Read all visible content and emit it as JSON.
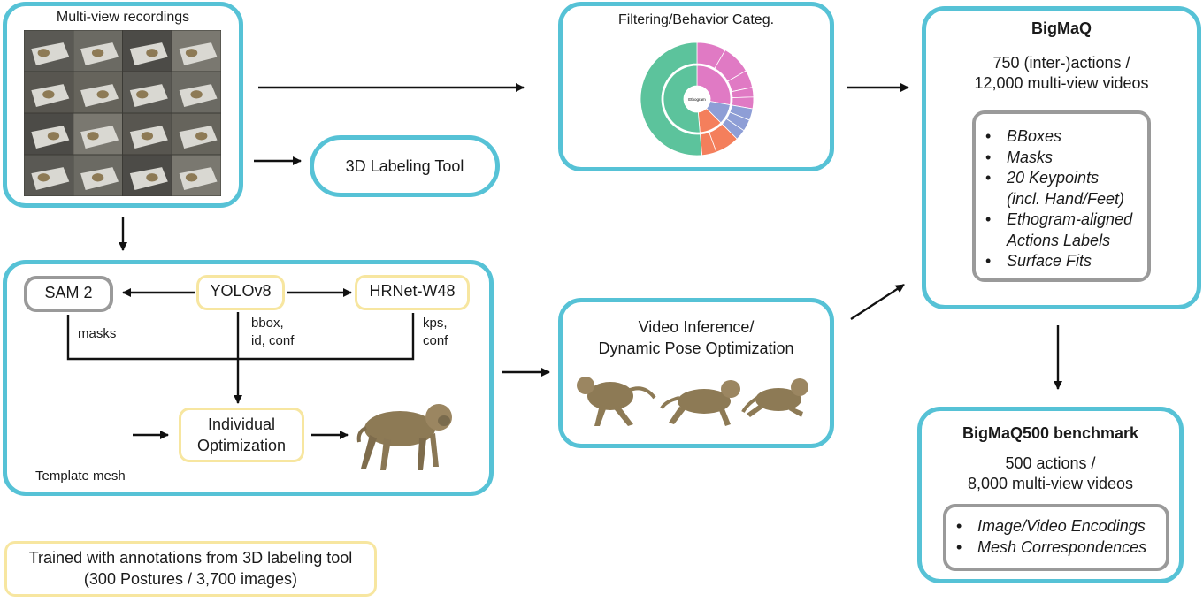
{
  "recordings": {
    "title": "Multi-view recordings"
  },
  "labeling_tool": {
    "label": "3D Labeling Tool"
  },
  "filtering": {
    "title": "Filtering/Behavior Categ.",
    "sunburst_center": "Ethogram"
  },
  "bigmaq": {
    "title": "BigMaQ",
    "line1": "750 (inter-)actions /",
    "line2": "12,000 multi-view videos",
    "items": [
      "BBoxes",
      "Masks",
      "20 Keypoints",
      "(incl. Hand/Feet)",
      "Ethogram-aligned",
      "Actions Labels",
      "Surface Fits"
    ]
  },
  "pipeline": {
    "sam2": "SAM 2",
    "yolo": "YOLOv8",
    "hrnet": "HRNet-W48",
    "masks": "masks",
    "bbox_line1": "bbox,",
    "bbox_line2": "id, conf",
    "kps_line1": "kps,",
    "kps_line2": "conf",
    "opt_line1": "Individual",
    "opt_line2": "Optimization",
    "template": "Template mesh"
  },
  "video_inference": {
    "line1": "Video Inference/",
    "line2": "Dynamic Pose Optimization"
  },
  "benchmark": {
    "title": "BigMaQ500 benchmark",
    "line1": "500 actions /",
    "line2": "8,000 multi-view videos",
    "items": [
      "Image/Video Encodings",
      "Mesh Correspondences"
    ]
  },
  "trained": {
    "line1": "Trained with annotations from 3D labeling tool",
    "line2": "(300 Postures / 3,700 images)"
  },
  "colors": {
    "box_border": "#56c2d6",
    "gray_border": "#9a9a9a",
    "yellow_border": "#f7e6a0",
    "sunburst_green": "#5cc39c",
    "sunburst_pink": "#e07ac4",
    "sunburst_blue": "#8e9ed6",
    "sunburst_orange": "#f47f5c"
  }
}
